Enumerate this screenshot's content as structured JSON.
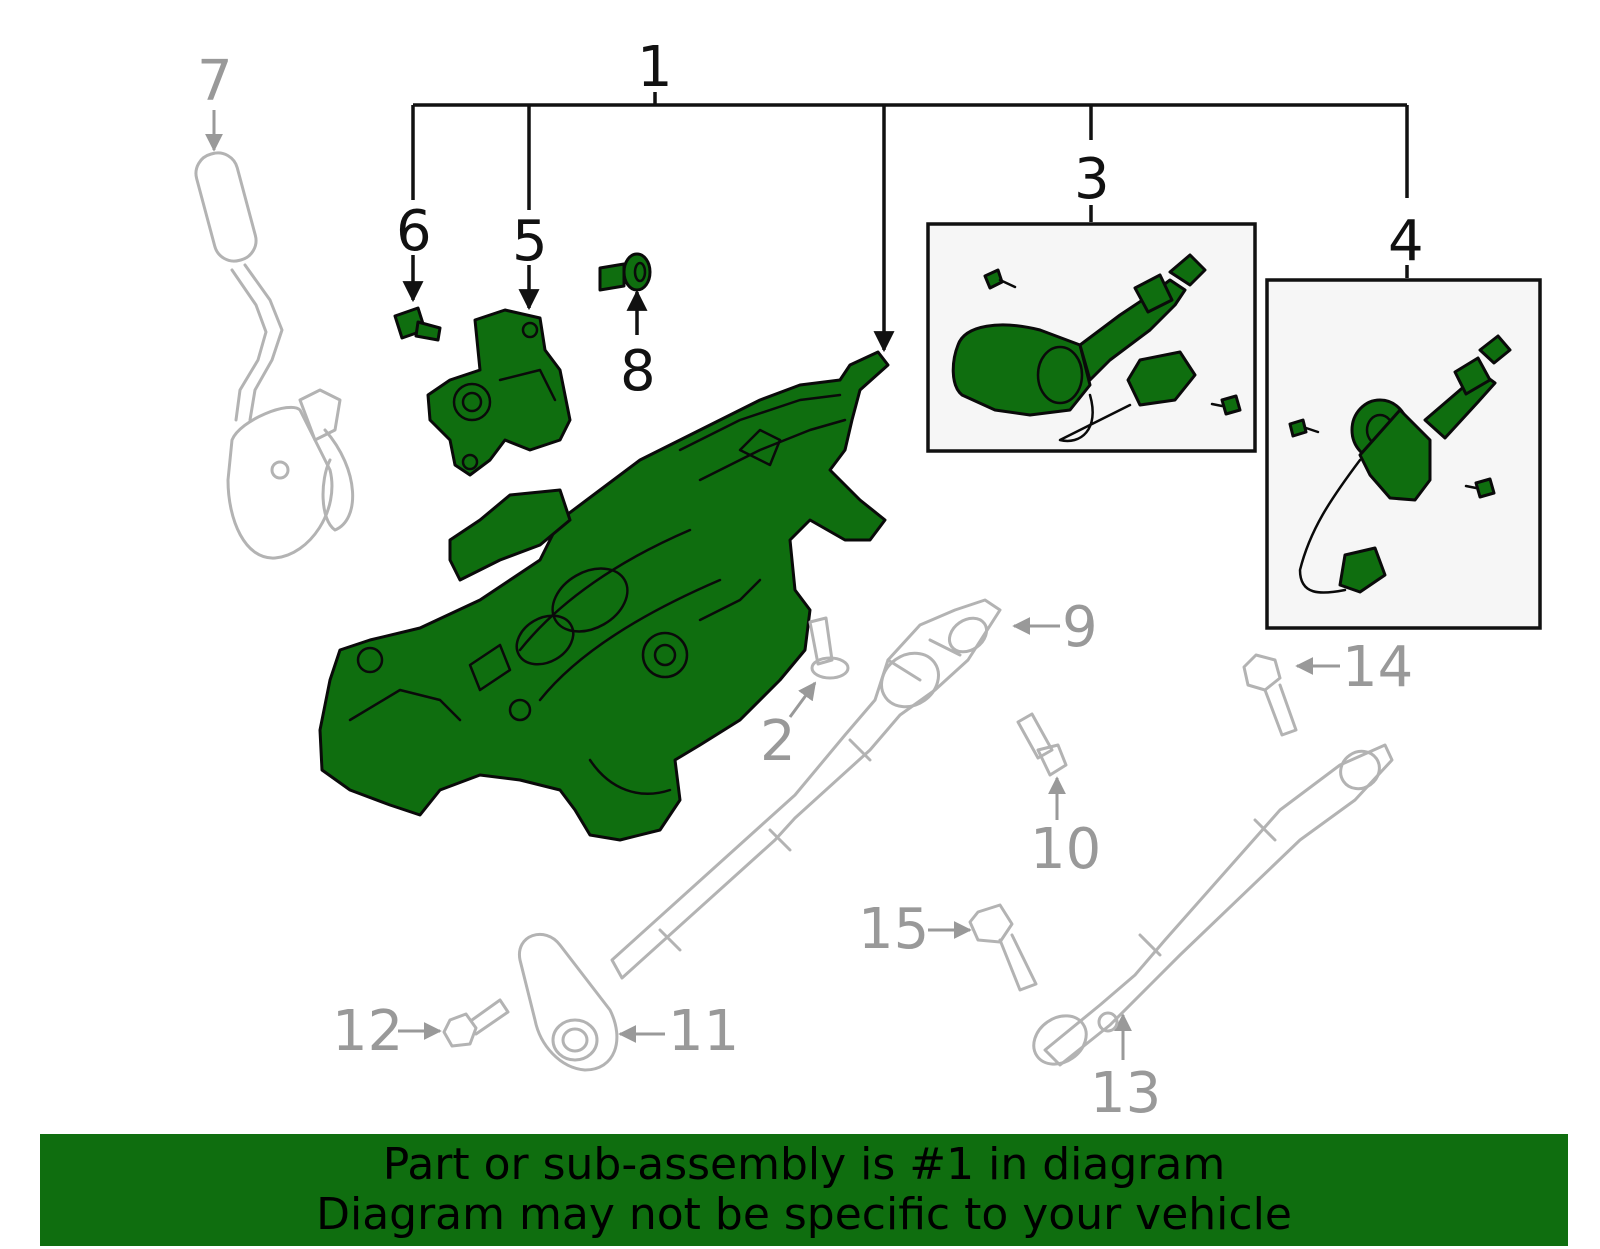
{
  "callouts": {
    "c1": "1",
    "c2": "2",
    "c3": "3",
    "c4": "4",
    "c5": "5",
    "c6": "6",
    "c7": "7",
    "c8": "8",
    "c9": "9",
    "c10": "10",
    "c11": "11",
    "c12": "12",
    "c13": "13",
    "c14": "14",
    "c15": "15"
  },
  "banner": {
    "line1": "Part or sub-assembly is #1 in diagram",
    "line2": "Diagram may not be specific to your vehicle"
  },
  "colors": {
    "highlight": "#0f6e0f",
    "outline": "#0a0a0a",
    "inactive": "#b3b3b3",
    "inactive_text": "#999999"
  }
}
